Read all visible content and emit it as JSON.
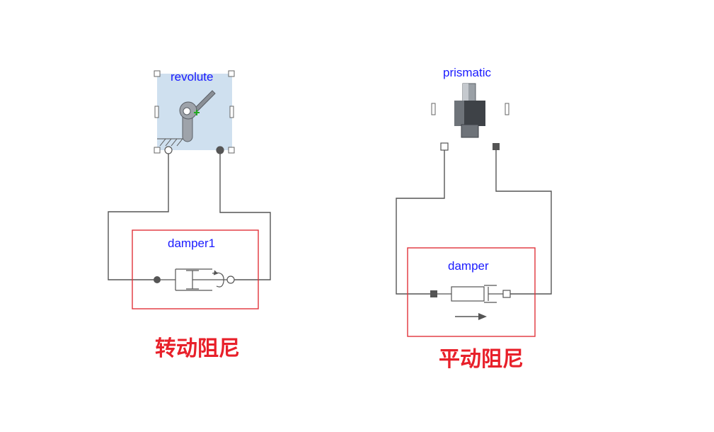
{
  "revolute": {
    "name": "revolute"
  },
  "damper1": {
    "name": "damper1"
  },
  "prismatic": {
    "name": "prismatic"
  },
  "damper": {
    "name": "damper"
  },
  "captions": {
    "rotational": "转动阻尼",
    "translational": "平动阻尼"
  },
  "colors": {
    "highlight_box": "#e0323a",
    "label_text": "#1a1aff",
    "revolute_bg": "#cfe0ef",
    "wire": "#555555"
  }
}
